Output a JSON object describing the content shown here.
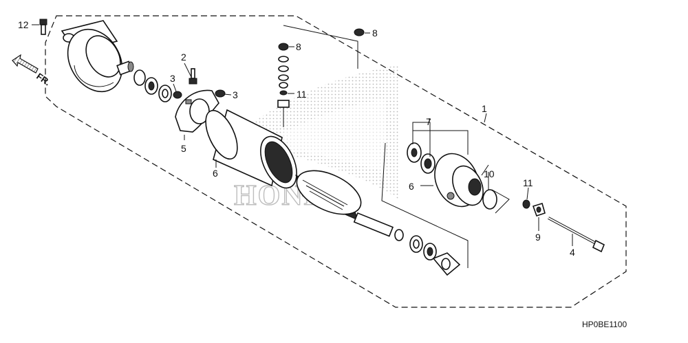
{
  "diagram": {
    "direction_label": "FR.",
    "watermark": "HONDA",
    "diagram_code": "HP0BE1100",
    "callouts": {
      "c1": "1",
      "c2": "2",
      "c3a": "3",
      "c3b": "3",
      "c4": "4",
      "c5": "5",
      "c6a": "6",
      "c6b": "6",
      "c7": "7",
      "c8a": "8",
      "c8b": "8",
      "c9": "9",
      "c10": "10",
      "c11a": "11",
      "c11b": "11",
      "c12": "12"
    }
  }
}
